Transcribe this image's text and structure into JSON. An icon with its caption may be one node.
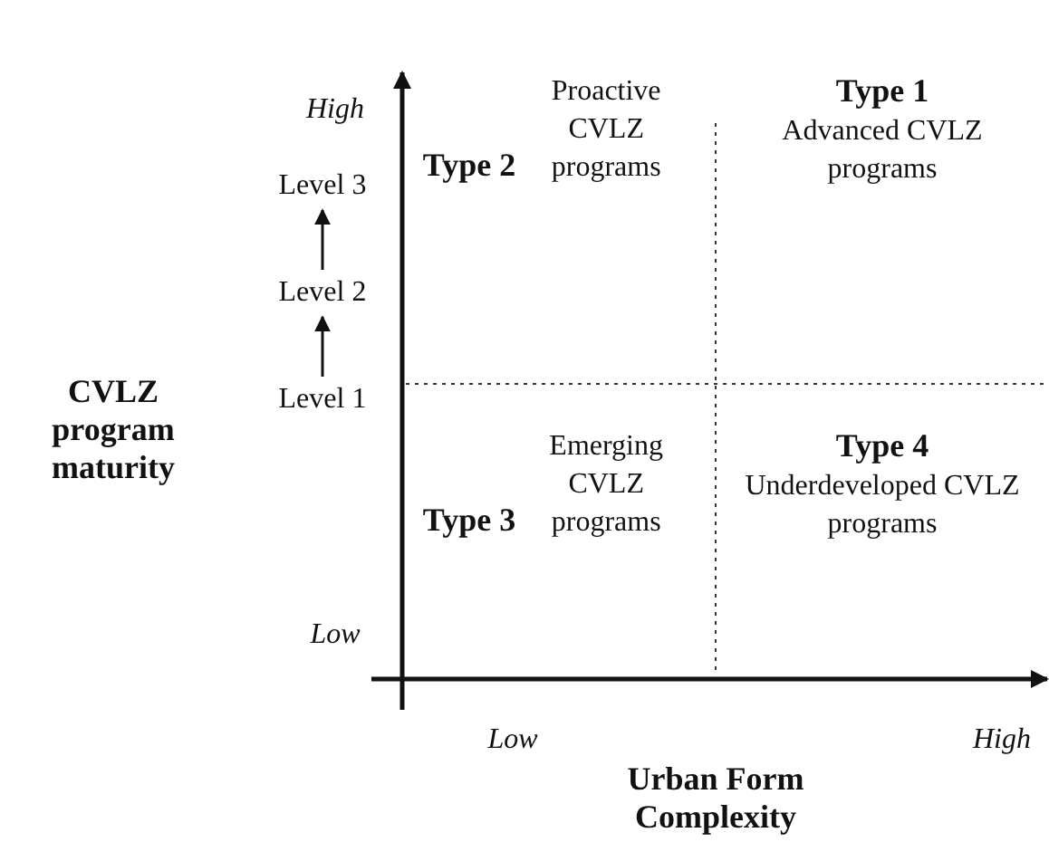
{
  "diagram": {
    "nodes": [
      {
        "text": [
          "Type 2",
          "Proactive CVLZ programs"
        ]
      },
      {
        "text": [
          "Type 1",
          "Advanced CVLZ programs"
        ]
      },
      {
        "text": [
          "Type 3",
          "Emerging CVLZ programs"
        ]
      },
      {
        "text": [
          "Type 4",
          "Underdeveloped CVLZ programs"
        ]
      },
      {
        "text": [
          "Level 3"
        ]
      },
      {
        "text": [
          "Level 2"
        ]
      },
      {
        "text": [
          "Level 1"
        ]
      }
    ],
    "edges": [
      {
        "from": 6,
        "to": 5,
        "arrow": "to"
      },
      {
        "from": 5,
        "to": 4,
        "arrow": "to"
      }
    ],
    "labels": [
      "High",
      "CVLZ program maturity",
      "Low",
      "Low",
      "High",
      "Urban Form Complexity"
    ]
  }
}
